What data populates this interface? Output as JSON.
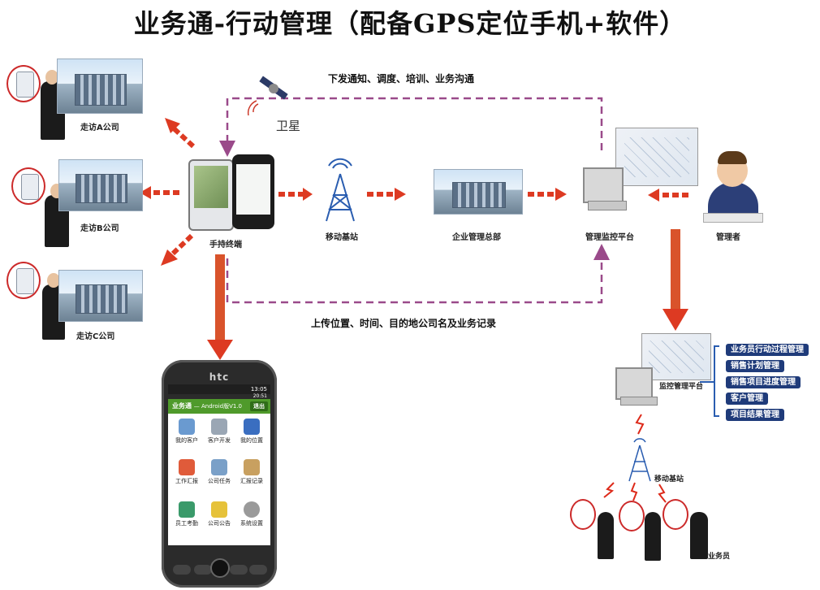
{
  "title": "业务通-行动管理（配备GPS定位手机+软件）",
  "top_flow_label": "下发通知、调度、培训、业务沟通",
  "bottom_flow_label": "上传位置、时间、目的地公司名及业务记录",
  "satellite_label": "卫星",
  "nodes": {
    "handset": "手持终端",
    "base_station": "移动基站",
    "hq": "企业管理总部",
    "platform": "管理监控平台",
    "manager": "管理者"
  },
  "companies": [
    "走访A公司",
    "走访B公司",
    "走访C公司"
  ],
  "bottom_right": {
    "platform_label": "监控管理平台",
    "base_station_label": "移动基站",
    "salesperson_label": "业务员",
    "functions": [
      "业务员行动过程管理",
      "销售计划管理",
      "销售项目进度管理",
      "客户管理",
      "项目结果管理"
    ]
  },
  "phone": {
    "brand": "htc",
    "time": "13:05",
    "time2": "20:51",
    "app_title": "业务通",
    "app_subtitle": "— Android版V1.0",
    "exit_label": "退出",
    "menu": [
      "我的客户",
      "客户开发",
      "我的位置",
      "工作汇报",
      "公司任务",
      "汇报记录",
      "员工考勤",
      "公司公告",
      "系统设置"
    ]
  },
  "colors": {
    "arrow": "#dd3a22",
    "dashed_path": "#9a4a8a",
    "func_bg": "#1f3b7a"
  }
}
